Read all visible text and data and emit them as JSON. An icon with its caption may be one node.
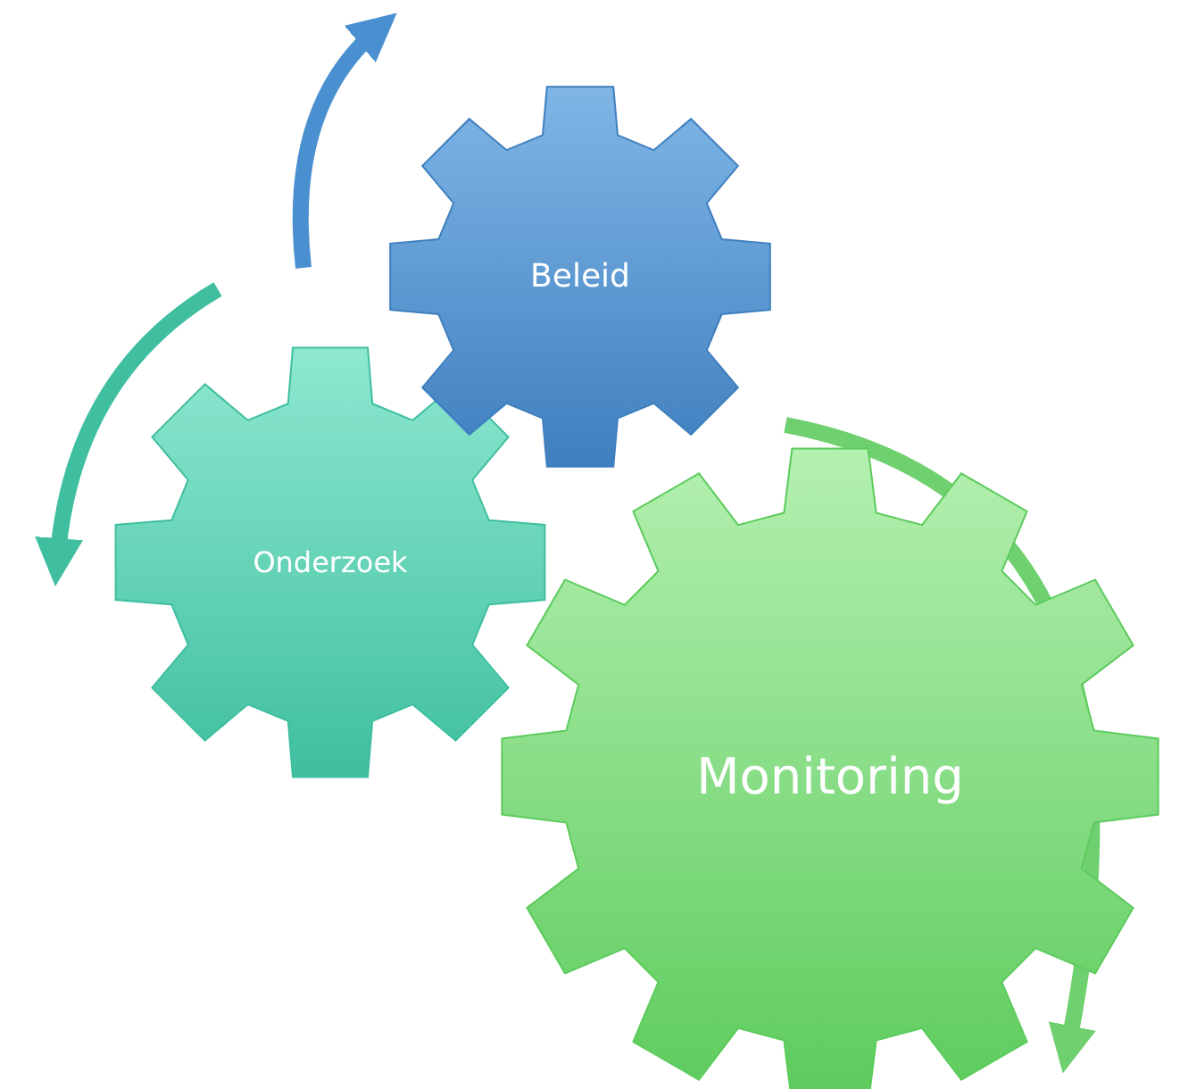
{
  "diagram": {
    "nodes": [
      {
        "text": [
          "Beleid"
        ]
      },
      {
        "text": [
          "Onderzoek"
        ]
      },
      {
        "text": [
          "Monitoring"
        ]
      }
    ]
  }
}
